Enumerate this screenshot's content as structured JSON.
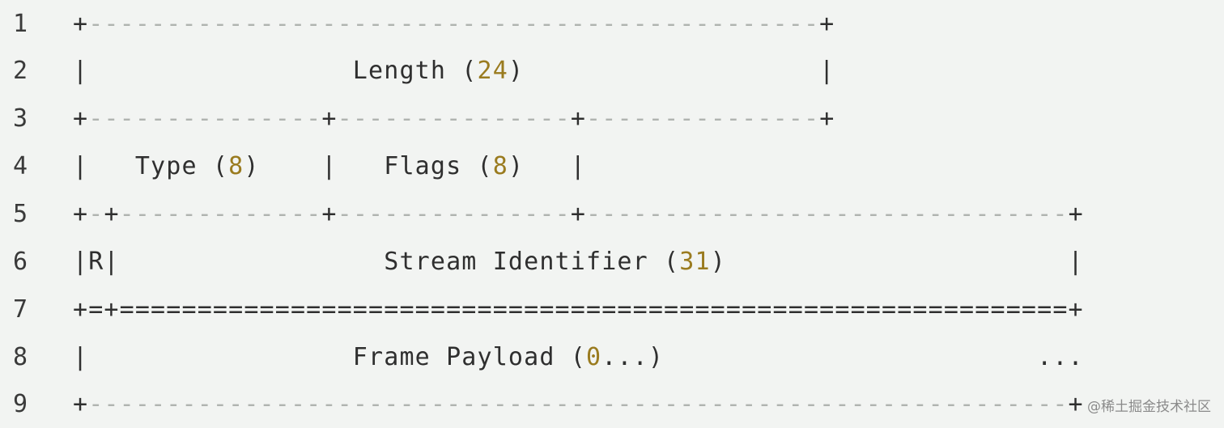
{
  "line_numbers": [
    "1",
    "2",
    "3",
    "4",
    "5",
    "6",
    "7",
    "8",
    "9"
  ],
  "lines": [
    "+-----------------------------------------------+",
    "|                 Length (24)                   |",
    "+---------------+---------------+---------------+",
    "|   Type (8)    |   Flags (8)   |",
    "+-+-------------+---------------+-------------------------------+",
    "|R|                 Stream Identifier (31)                      |",
    "+=+=============================================================+",
    "|                 Frame Payload (0...)                        ...",
    "+---------------------------------------------------------------+"
  ],
  "watermark": "@稀土掘金技术社区",
  "colors": {
    "background": "#f2f4f2",
    "text": "#2f2f2f",
    "number_highlight": "#9a7b1f",
    "dashes": "#b0b4b0"
  }
}
